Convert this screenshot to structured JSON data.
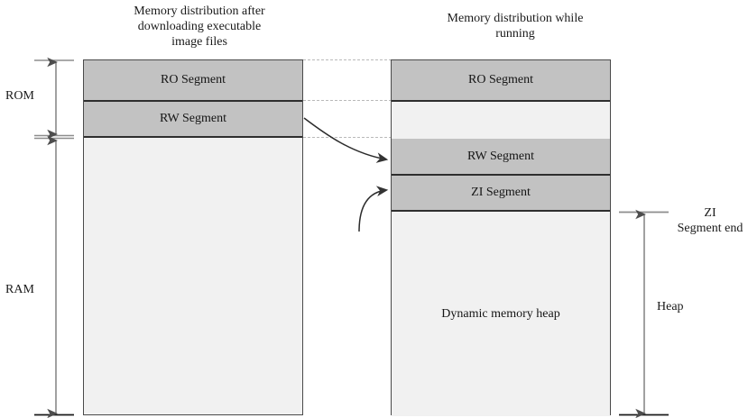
{
  "diagram": {
    "type": "memory-layout-diagram",
    "titles": {
      "left": "Memory distribution after\ndownloading executable\nimage files",
      "right": "Memory distribution while\nrunning"
    },
    "left_column": {
      "segments": [
        {
          "label": "RO Segment",
          "fill": "#c2c2c2"
        },
        {
          "label": "RW Segment",
          "fill": "#c2c2c2"
        },
        {
          "label": "",
          "fill": "#f1f1f1"
        }
      ]
    },
    "right_column": {
      "segments": [
        {
          "label": "RO Segment",
          "fill": "#c2c2c2"
        },
        {
          "label": "",
          "fill": "#f1f1f1"
        },
        {
          "label": "RW Segment",
          "fill": "#c2c2c2"
        },
        {
          "label": "ZI Segment",
          "fill": "#c2c2c2"
        },
        {
          "label": "Dynamic memory heap",
          "fill": "#f1f1f1"
        }
      ]
    },
    "left_brackets": [
      {
        "label": "ROM"
      },
      {
        "label": "RAM"
      }
    ],
    "right_brackets": [
      {
        "label": "ZI\nSegment end"
      },
      {
        "label": "Heap"
      }
    ],
    "colors": {
      "segment_fill": "#c2c2c2",
      "empty_fill": "#f1f1f1",
      "border": "#4a4a4a",
      "divider": "#2e2e2e",
      "dotted_line": "#b9b9b9",
      "arrow": "#555555",
      "background": "#ffffff"
    }
  }
}
